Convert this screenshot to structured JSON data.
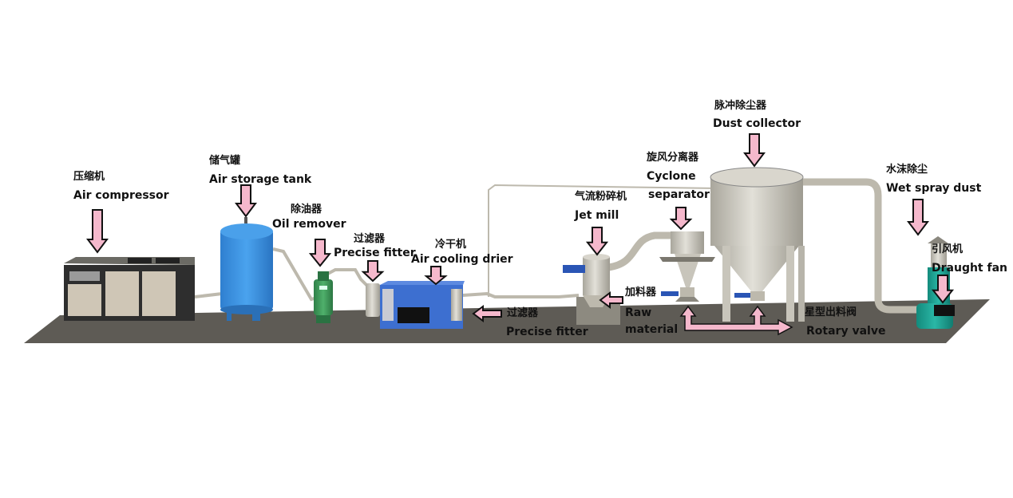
{
  "title": "Jet mill process flow diagram",
  "colors": {
    "floor": "#5e5b55",
    "arrow_fill": "#f5b8cc",
    "arrow_stroke": "#111111",
    "tank_blue": "#3a8fdc",
    "oil_green": "#3e9a5a",
    "drier_blue": "#3d6fd0",
    "steel": "#c9c6bb",
    "fan_teal": "#1fa596"
  },
  "labels": {
    "air_compressor": {
      "zh": "压缩机",
      "en": "Air compressor"
    },
    "air_storage_tank": {
      "zh": "储气罐",
      "en": "Air storage tank"
    },
    "oil_remover": {
      "zh": "除油器",
      "en": "Oil remover"
    },
    "precise_filter_1": {
      "zh": "过滤器",
      "en": "Precise fitter"
    },
    "air_cooling_drier": {
      "zh": "冷干机",
      "en": "Air cooling drier"
    },
    "precise_filter_2": {
      "zh": "过滤器",
      "en": "Precise fitter"
    },
    "jet_mill": {
      "zh": "气流粉碎机",
      "en": "Jet mill"
    },
    "feeder": {
      "zh": "加料器",
      "en_line1": "Raw",
      "en_line2": "material"
    },
    "cyclone_separator": {
      "zh": "旋风分离器",
      "en_line1": "Cyclone",
      "en_line2": "separator"
    },
    "dust_collector": {
      "zh": "脉冲除尘器",
      "en": "Dust collector"
    },
    "rotary_valve": {
      "zh": "星型出料阀",
      "en": "Rotary valve"
    },
    "wet_spray_dust": {
      "zh": "水沫除尘",
      "en": "Wet spray dust"
    },
    "draught_fan": {
      "zh": "引风机",
      "en": "Draught fan"
    }
  }
}
